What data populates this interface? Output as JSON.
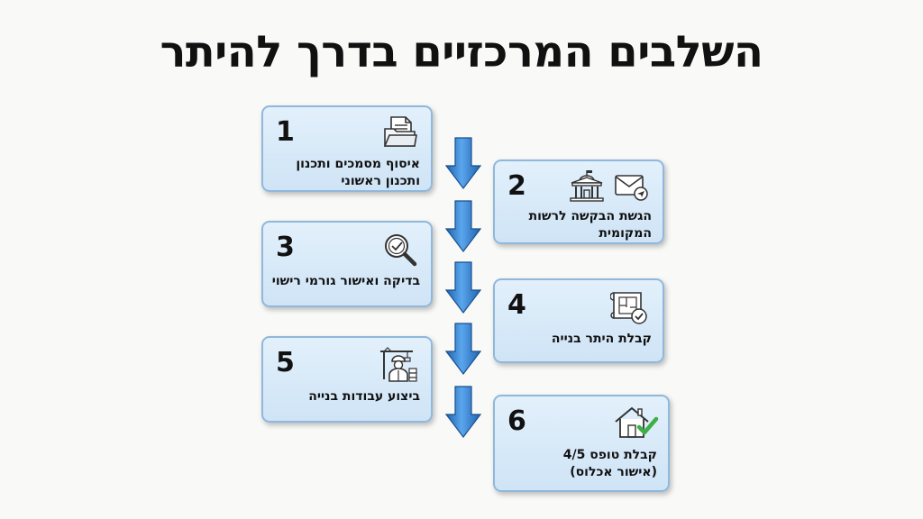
{
  "title": "השלבים המרכזיים בדרך להיתר",
  "steps": [
    {
      "number": "1",
      "line1": "איסוף מסמכים ותכנון",
      "line2": "ותכנון ראשוני",
      "icon": "folder-documents-icon"
    },
    {
      "number": "2",
      "line1": "הגשת הבקשה לרשות",
      "line2": "המקומית",
      "icon": "building-envelope-icon"
    },
    {
      "number": "3",
      "line1": "בדיקה ואישור גורמי רישוי",
      "line2": "",
      "icon": "magnifier-check-icon"
    },
    {
      "number": "4",
      "line1": "קבלת היתר בנייה",
      "line2": "",
      "icon": "blueprint-check-icon"
    },
    {
      "number": "5",
      "line1": "ביצוע עבודות בנייה",
      "line2": "",
      "icon": "construction-worker-icon"
    },
    {
      "number": "6",
      "line1": "קבלת טופס 4/5",
      "line2": "(אישור אכלוס)",
      "icon": "house-check-icon"
    }
  ],
  "colors": {
    "card_fill": "#d6e8f7",
    "card_border": "#8fb8db",
    "arrow_blue": "#2f80d1",
    "check_green": "#3fae49"
  }
}
